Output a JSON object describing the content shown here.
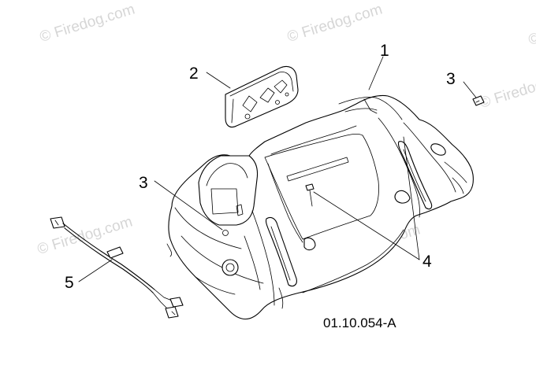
{
  "diagram": {
    "watermark_text": "© Firedog.com",
    "drawing_number": "01.10.054-A",
    "callouts": [
      {
        "id": "1",
        "label": "1"
      },
      {
        "id": "2",
        "label": "2"
      },
      {
        "id": "3a",
        "label": "3"
      },
      {
        "id": "3b",
        "label": "3"
      },
      {
        "id": "4",
        "label": "4"
      },
      {
        "id": "5",
        "label": "5"
      }
    ]
  }
}
